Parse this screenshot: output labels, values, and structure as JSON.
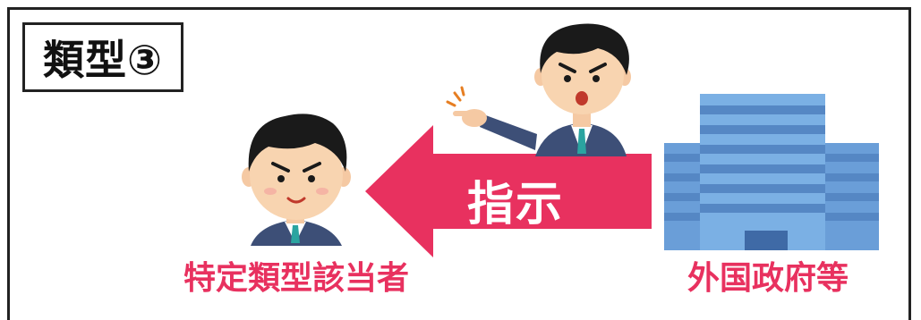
{
  "type_label": "類型③",
  "arrow_label": "指示",
  "left_label": "特定類型該当者",
  "right_label": "外国政府等",
  "colors": {
    "accent": "#e8315f",
    "building": "#6a9ed8",
    "suit": "#3d4f77"
  },
  "icons": [
    "person-icon",
    "pointing-official-icon",
    "government-building-icon",
    "arrow-left-icon"
  ]
}
